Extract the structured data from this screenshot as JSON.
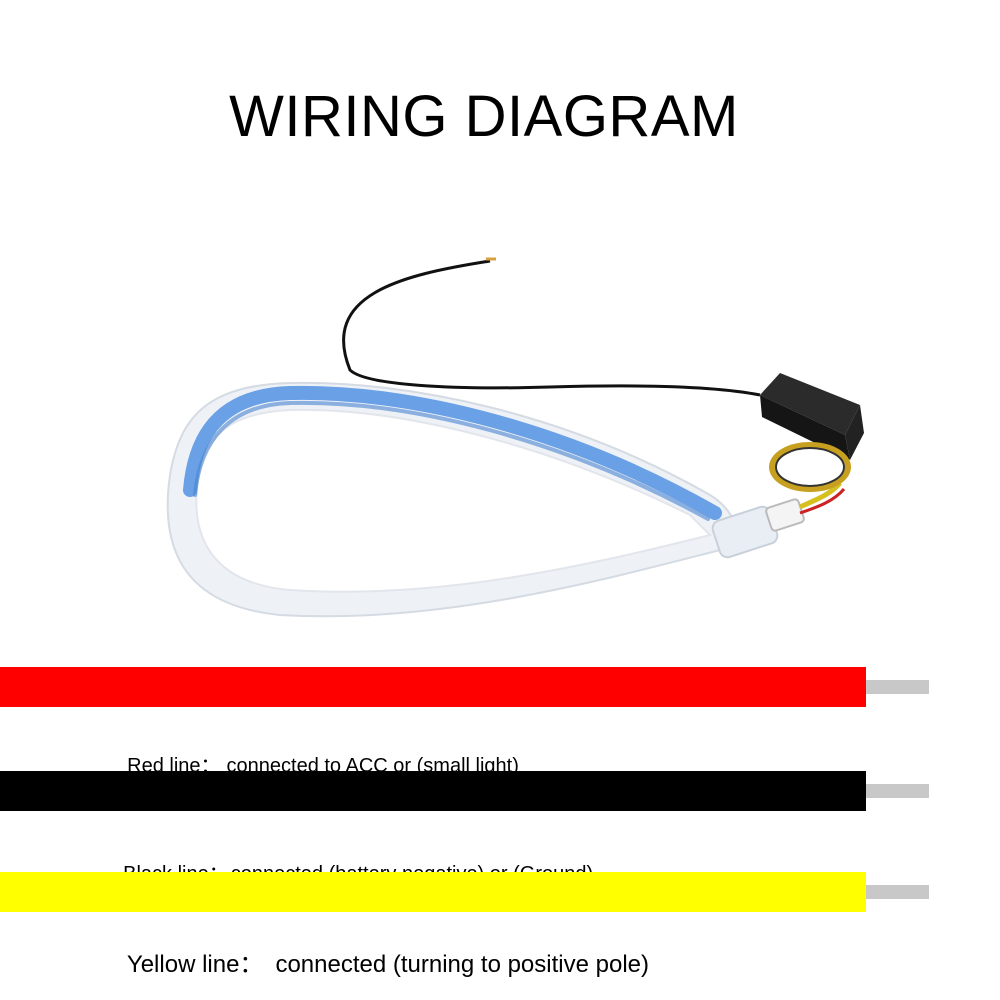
{
  "title": "WIRING DIAGRAM",
  "colors": {
    "red": "#ff0000",
    "black": "#000000",
    "yellow": "#ffff00",
    "tip": "#c8c8c8",
    "strip_blue": "#6aa0e6"
  },
  "wires": [
    {
      "name": "Red line",
      "label": "Red line：",
      "description": "connected to ACC or (small light)"
    },
    {
      "name": "Black line",
      "label": "Black line：",
      "description": "connected (battery negative) or (Ground)"
    },
    {
      "name": "Yellow line",
      "label": "Yellow line：",
      "description": "connected (turning to positive pole)"
    }
  ]
}
